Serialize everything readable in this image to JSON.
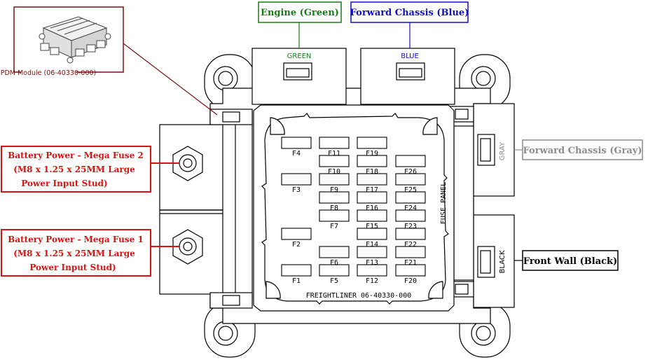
{
  "callouts": {
    "engine": {
      "label": "Engine (Green)",
      "color": "#1a7a1a"
    },
    "forward_chassis_blue": {
      "label": "Forward Chassis (Blue)",
      "color": "#1010cc"
    },
    "forward_chassis_gray": {
      "label": "Forward Chassis (Gray)",
      "color": "#8c8c8c"
    },
    "front_wall": {
      "label": "Front Wall (Black)",
      "color": "#000000"
    },
    "mega_fuse_2": {
      "lines": [
        "Battery Power - Mega Fuse 2",
        "(M8 x 1.25 x 25MM Large",
        "Power Input Stud)"
      ],
      "color": "#dd1111"
    },
    "mega_fuse_1": {
      "lines": [
        "Battery Power - Mega Fuse 1",
        "(M8 x 1.25 x 25MM Large",
        "Power Input Stud)"
      ],
      "color": "#dd1111"
    },
    "pdm_module": {
      "label": "PDM Module (06-40330-000)",
      "color": "#7a1010"
    }
  },
  "connectors": {
    "green": "GREEN",
    "blue": "BLUE",
    "gray": "GRAY",
    "black": "BLACK"
  },
  "panel": {
    "side_label": "FUSE PANEL",
    "part_number": "FREIGHTLINER 06-40330-000"
  },
  "fuses": [
    "F1",
    "F2",
    "F3",
    "F4",
    "F5",
    "F6",
    "F7",
    "F8",
    "F9",
    "F10",
    "F11",
    "F12",
    "F13",
    "F14",
    "F15",
    "F16",
    "F17",
    "F18",
    "F19",
    "F20",
    "F21",
    "F22",
    "F23",
    "F24",
    "F25",
    "F26"
  ]
}
